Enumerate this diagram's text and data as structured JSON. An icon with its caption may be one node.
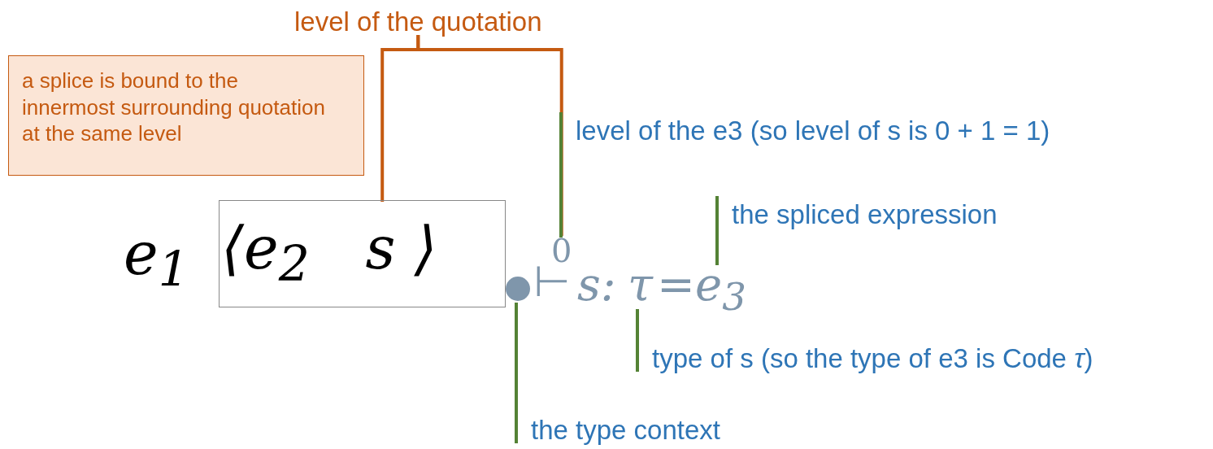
{
  "diagram": {
    "nodes": [
      {
        "text": [
          "a splice is bound to the innermost surrounding quotation at the same level"
        ]
      },
      {
        "text": [
          "level of the quotation"
        ]
      },
      {
        "text": [
          "⟨e$_{2}$   s ⟩"
        ]
      },
      {
        "text": [
          "0"
        ]
      },
      {
        "text": [
          "level of the e3 (so level of s is 0 + 1 = 1)"
        ]
      },
      {
        "text": [
          "the spliced expression"
        ]
      },
      {
        "text": [
          "e$_{3}$"
        ]
      },
      {
        "text": [
          "type of s (so the type of e3 is Code *τ*)"
        ]
      },
      {
        "text": [
          "τ"
        ]
      },
      {
        "text": [
          "the type context"
        ]
      },
      {
        "text": [],
        "shape": "circle"
      }
    ],
    "edges": [
      {
        "from": 1,
        "to": 2,
        "arrow": "none",
        "color": "#c55a11"
      },
      {
        "from": 1,
        "to": 3,
        "arrow": "none",
        "color": "#c55a11"
      },
      {
        "from": 4,
        "to": 3,
        "arrow": "none"
      },
      {
        "from": 5,
        "to": 6,
        "arrow": "none"
      },
      {
        "from": 7,
        "to": 8,
        "arrow": "none"
      },
      {
        "from": 9,
        "to": 10,
        "arrow": "none"
      }
    ],
    "labels": [
      "e$_{1}$",
      "⊢",
      "s:",
      "="
    ]
  }
}
